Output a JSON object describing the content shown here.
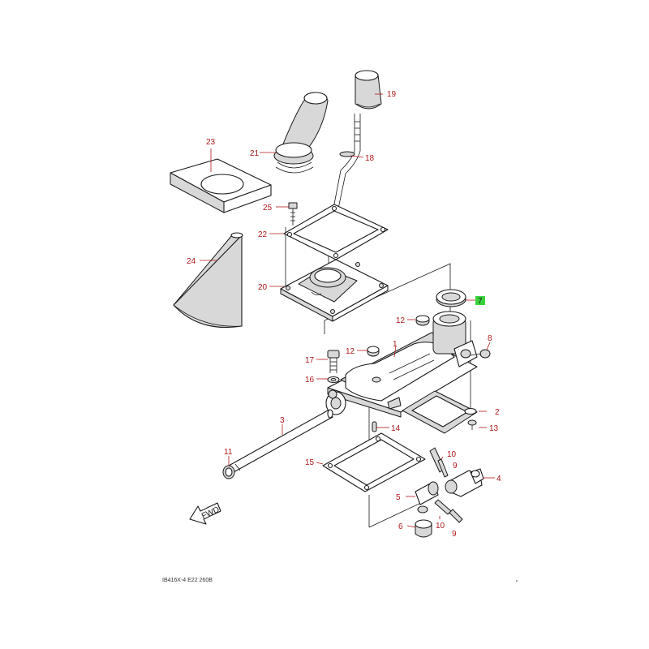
{
  "diagram": {
    "part_labels": {
      "p1": "1",
      "p2": "2",
      "p3": "3",
      "p4": "4",
      "p5": "5",
      "p6": "6",
      "p7": "7",
      "p8": "8",
      "p9a": "9",
      "p9b": "9",
      "p10a": "10",
      "p10b": "10",
      "p11": "11",
      "p12a": "12",
      "p12b": "12",
      "p13": "13",
      "p14": "14",
      "p15": "15",
      "p16": "16",
      "p17": "17",
      "p18": "18",
      "p19": "19",
      "p20": "20",
      "p21": "21",
      "p22": "22",
      "p23": "23",
      "p24": "24",
      "p25": "25"
    },
    "highlight_color": "#3ad23a",
    "label_color": "#b0181a",
    "fwd_label": "FWD",
    "footer_code": "IB416X-4  E22  260B"
  }
}
